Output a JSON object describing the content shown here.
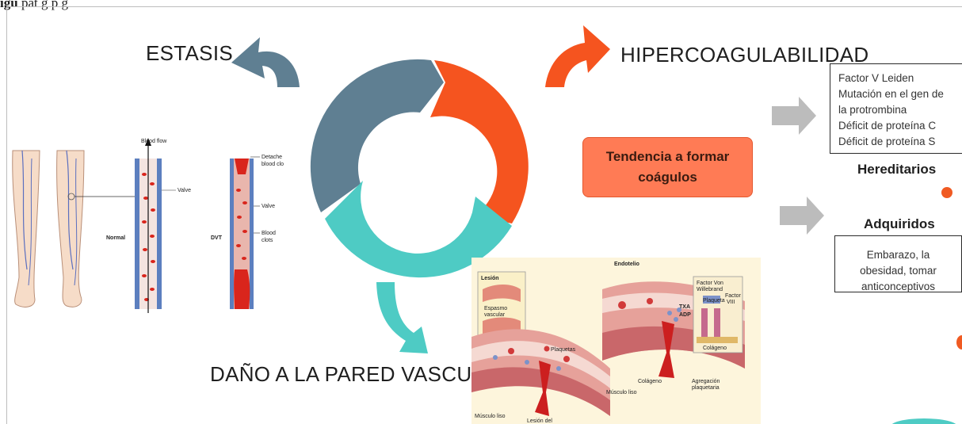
{
  "caption": {
    "prefix": "igu",
    "rest": "                 pat    g        p    g    "
  },
  "headings": {
    "estasis": "ESTASIS",
    "hipercoagulabilidad": "HIPERCOAGULABILIDAD",
    "dano": "DAÑO A LA PARED VASCULAR"
  },
  "hereditary": {
    "items": [
      "Factor V Leiden",
      "Mutación en el gen de la protrombina",
      "Déficit de proteína C",
      "Déficit de proteína S"
    ],
    "label": "Hereditarios"
  },
  "acquired": {
    "label": "Adquiridos",
    "text": "Embarazo, la obesidad, tomar anticonceptivos"
  },
  "tendency": "Tendencia a formar coágulos",
  "legs_figure": {
    "blood_flow": "Blood flow",
    "valve_left": "Valve",
    "normal": "Normal",
    "dvt": "DVT",
    "detached": "Detache",
    "detached2": "blood clo",
    "valve_right": "Valve",
    "blood": "Blood",
    "clots": "clots"
  },
  "vessel_left": {
    "lesion": "Lesión",
    "espasmo": "Espasmo",
    "vascular": "vascular",
    "plaquetas": "Plaquetas",
    "musculo": "Músculo liso",
    "lesion_del": "Lesión del"
  },
  "vessel_right": {
    "endotelio": "Endotelio",
    "factor_von": "Factor Von",
    "willebrand": "Willebrand",
    "plaqueta": "Plaqueta",
    "factor": "Factor",
    "viii": "VIII",
    "txa": "TXA",
    "adp": "ADP",
    "colageno_box": "Colágeno",
    "colageno": "Colágeno",
    "musculo": "Músculo liso",
    "agregacion": "Agregación",
    "plaquetaria": "plaquetaria"
  },
  "colors": {
    "slate": "#5f7f92",
    "orange": "#f5541f",
    "teal": "#4ecbc4",
    "gray_arrow": "#bcbcbc"
  }
}
